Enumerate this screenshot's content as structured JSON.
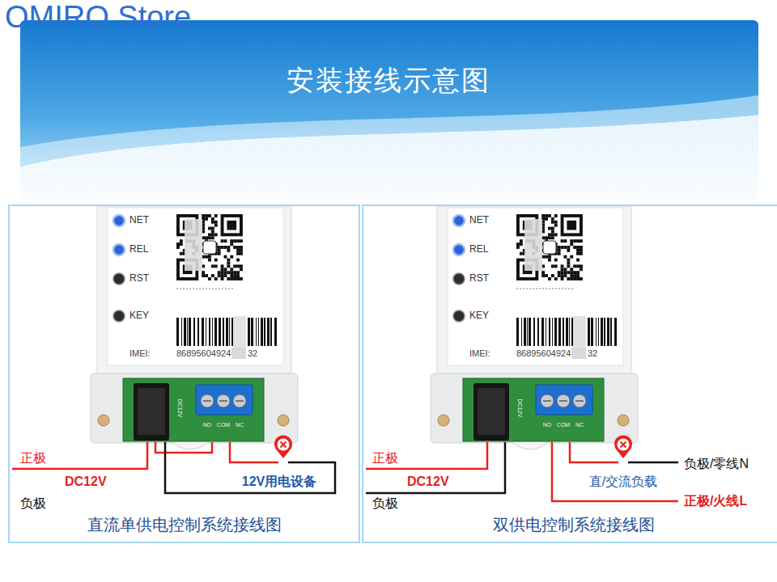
{
  "diagram": {
    "title": "安装接线示意图",
    "nodes": [
      {
        "text": [
          "直流单供电控制系统接线图"
        ]
      },
      {
        "text": [
          "双供电控制系统接线图"
        ]
      }
    ],
    "labels": [
      "OMIRO Store",
      "NET",
      "REL",
      "RST",
      "KEY",
      "IMEI:",
      "86895604924",
      "32",
      "NO",
      "COM",
      "NC",
      "DC12V",
      "正极",
      "DC12V",
      "负极",
      "12V用电设备",
      "NET",
      "REL",
      "RST",
      "KEY",
      "IMEI:",
      "86895604924",
      "32",
      "NO",
      "COM",
      "NC",
      "DC12V",
      "正极",
      "DC12V",
      "负极/零线N",
      "负极",
      "直/交流负载",
      "正极/火线L"
    ]
  }
}
